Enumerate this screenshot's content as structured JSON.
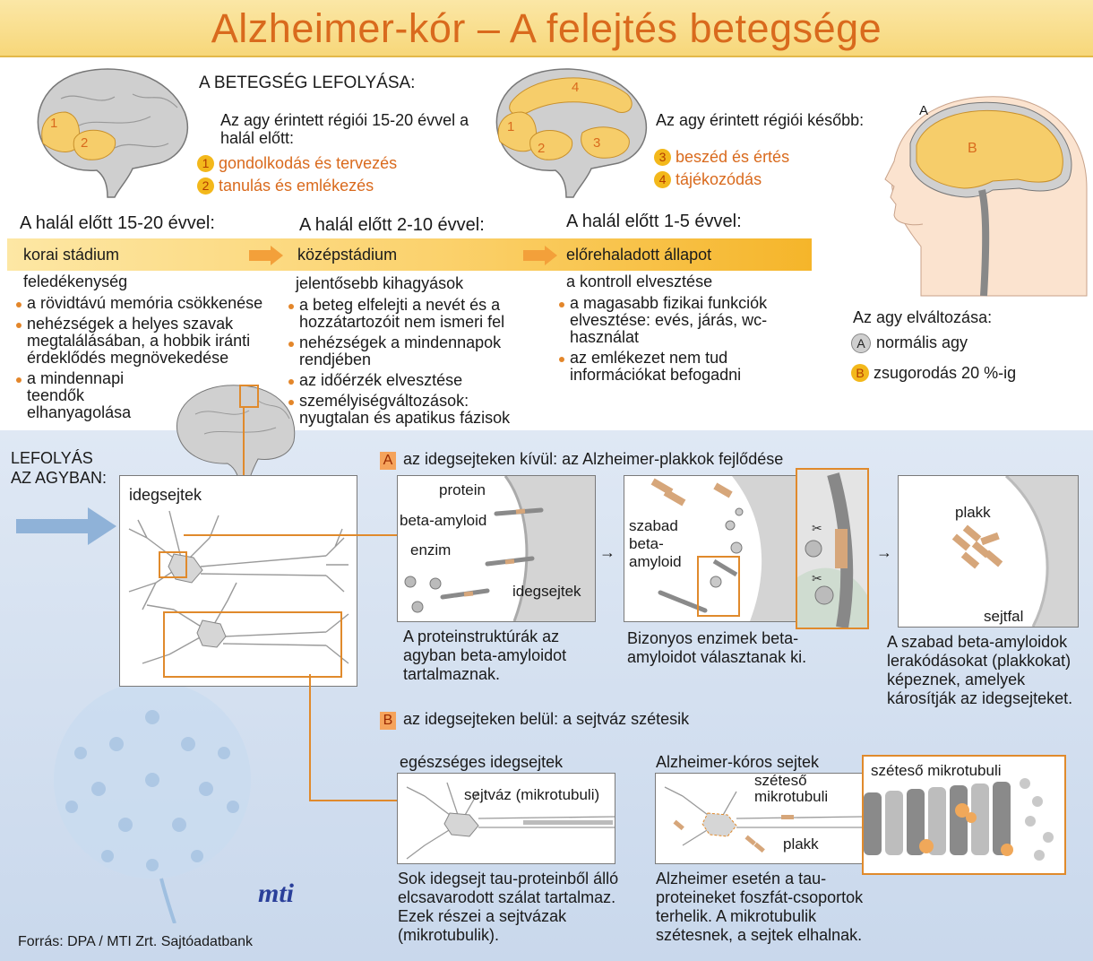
{
  "title": "Alzheimer-kór – A felejtés betegsége",
  "course": {
    "heading": "A BETEGSÉG LEFOLYÁSA:",
    "early_regions_intro": "Az agy érintett régiói 15-20 évvel a halál előtt:",
    "early_regions": [
      {
        "num": "1",
        "label": "gondolkodás és tervezés"
      },
      {
        "num": "2",
        "label": "tanulás és emlékezés"
      }
    ],
    "late_regions_intro": "Az agy érintett régiói később:",
    "late_regions": [
      {
        "num": "3",
        "label": "beszéd és értés"
      },
      {
        "num": "4",
        "label": "tájékozódás"
      }
    ]
  },
  "brain_numbers": {
    "b1": "1",
    "b2": "2",
    "b3": "3",
    "b4": "4"
  },
  "head_labels": {
    "a": "A",
    "b": "B"
  },
  "change": {
    "heading": "Az agy elváltozása:",
    "items": [
      {
        "letter": "A",
        "label": "normális agy"
      },
      {
        "letter": "B",
        "label": "zsugorodás 20 %-ig"
      }
    ]
  },
  "stages": [
    {
      "time": "A halál előtt 15-20 évvel:",
      "name": "korai stádium",
      "lead": "feledékenység",
      "bullets": [
        "a rövidtávú memória csökkenése",
        "nehézségek a helyes szavak megtalálásában, a hobbik iránti érdeklődés megnövekedése",
        "a mindennapi teendők elhanyagolása"
      ]
    },
    {
      "time": "A halál előtt 2-10 évvel:",
      "name": "középstádium",
      "lead": "jelentősebb kihagyások",
      "bullets": [
        "a beteg elfelejti a nevét és a hozzátartozóit nem ismeri fel",
        "nehézségek a mindennapok rendjében",
        "az időérzék elvesztése",
        "személyiségváltozások: nyugtalan és apatikus fázisok"
      ]
    },
    {
      "time": "A halál előtt 1-5 évvel:",
      "name": "előrehaladott állapot",
      "lead": "a kontroll elvesztése",
      "bullets": [
        "a magasabb fizikai funkciók elvesztése: evés, járás, wc-használat",
        "az emlékezet nem tud információkat befogadni"
      ]
    }
  ],
  "lower": {
    "flow_label_1": "LEFOLYÁS",
    "flow_label_2": "AZ AGYBAN:",
    "neurons_label": "idegsejtek",
    "sectionA_letter": "A",
    "sectionA_title": "az idegsejteken kívül: az Alzheimer-plakkok fejlődése",
    "panel1": {
      "protein": "protein",
      "beta": "beta-amyloid",
      "enzim": "enzim",
      "neurons": "idegsejtek",
      "caption": "A proteinstruktúrák az agyban beta-amyloidot tartalmaznak."
    },
    "panel2": {
      "free1": "szabad",
      "free2": "beta-",
      "free3": "amyloid",
      "caption": "Bizonyos enzimek beta-amyloidot választanak ki."
    },
    "panel3": {
      "plaque": "plakk",
      "wall": "sejtfal",
      "caption": "A szabad beta-amyloidok lerakódásokat (plakkokat) képeznek, amelyek károsítják az idegsejteket."
    },
    "sectionB_letter": "B",
    "sectionB_title": "az idegsejteken belül: a sejtváz szétesik",
    "healthy": {
      "title": "egészséges idegsejtek",
      "label": "sejtváz (mikrotubuli)",
      "caption": "Sok idegsejt tau-proteinből álló elcsavarodott szálat tartalmaz. Ezek részei a sejtvázak (mikrotubulik)."
    },
    "alz": {
      "title": "Alzheimer-kóros sejtek",
      "label1": "széteső",
      "label2": "mikrotubuli",
      "plaque": "plakk",
      "caption": "Alzheimer esetén a tau-proteineket foszfát-csoportok terhelik. A mikrotubulik szétesnek, a sejtek elhalnak."
    },
    "zoom_title": "széteső mikrotubuli"
  },
  "logo": "mti",
  "source": "Forrás:  DPA / MTI Zrt. Sajtóadatbank",
  "colors": {
    "accent": "#d96a1d",
    "yellow": "#f3b81b",
    "lower_bg": "#d3dfef"
  }
}
